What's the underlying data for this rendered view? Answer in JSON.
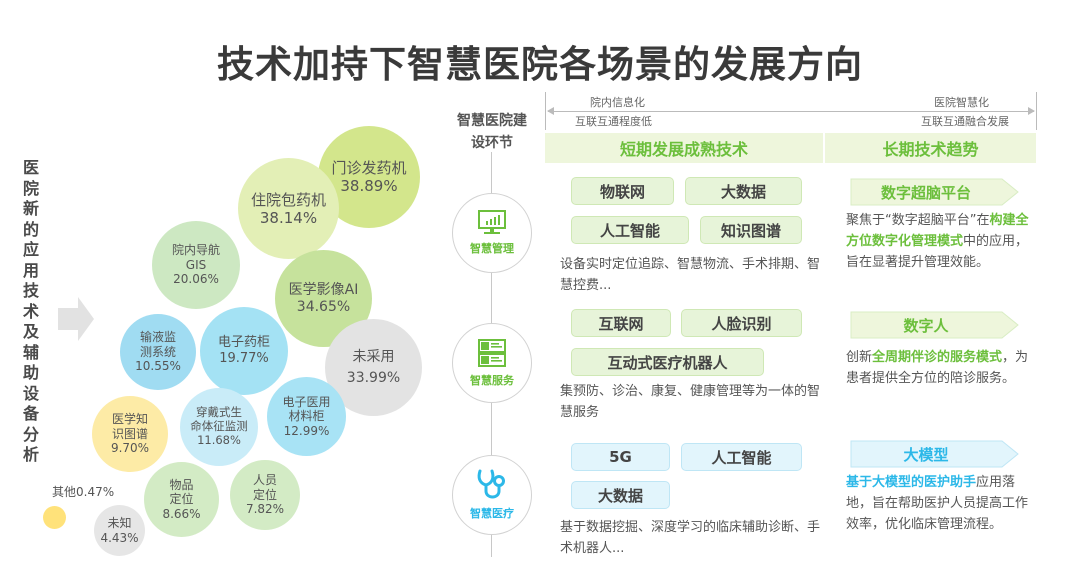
{
  "title": "技术加持下智慧医院各场景的发展方向",
  "left_panel": {
    "vertical_label": "医院新的应用技术及辅助设备分析",
    "other_label": "其他0.47%"
  },
  "chart_data": {
    "type": "bubble",
    "title": "医院新的应用技术及辅助设备分析",
    "unit": "%",
    "items": [
      {
        "label": "门诊发药机",
        "value": 38.89,
        "pct": "38.89%",
        "color": "#d3e68c"
      },
      {
        "label": "住院包药机",
        "value": 38.14,
        "pct": "38.14%",
        "color": "#e3efb6"
      },
      {
        "label": "医学影像AI",
        "value": 34.65,
        "pct": "34.65%",
        "color": "#c6e29c"
      },
      {
        "label": "未采用",
        "value": 33.99,
        "pct": "33.99%",
        "color": "#e3e3e3"
      },
      {
        "label": "院内导航GIS",
        "value": 20.06,
        "pct": "20.06%",
        "color": "#cde8c2"
      },
      {
        "label": "电子药柜",
        "value": 19.77,
        "pct": "19.77%",
        "color": "#a4e2f4"
      },
      {
        "label": "电子医用材料柜",
        "value": 12.99,
        "pct": "12.99%",
        "color": "#a8e3f5"
      },
      {
        "label": "穿戴式生命体征监测",
        "value": 11.68,
        "pct": "11.68%",
        "color": "#c9ecf8"
      },
      {
        "label": "输液监测系统",
        "value": 10.55,
        "pct": "10.55%",
        "color": "#a0dcf2"
      },
      {
        "label": "医学知识图谱",
        "value": 9.7,
        "pct": "9.70%",
        "color": "#fdeba6"
      },
      {
        "label": "物品定位",
        "value": 8.66,
        "pct": "8.66%",
        "color": "#d3ebc5"
      },
      {
        "label": "人员定位",
        "value": 7.82,
        "pct": "7.82%",
        "color": "#d3ebc5"
      },
      {
        "label": "未知",
        "value": 4.43,
        "pct": "4.43%",
        "color": "#e6e6e6"
      },
      {
        "label": "其他",
        "value": 0.47,
        "pct": "0.47%",
        "color": "#ffe27a"
      }
    ]
  },
  "bubbles": {
    "b1": {
      "l1": "门诊发药机",
      "pct": "38.89%"
    },
    "b2": {
      "l1": "住院包药机",
      "pct": "38.14%"
    },
    "b3": {
      "l1": "医学影像AI",
      "pct": "34.65%"
    },
    "b4": {
      "l1": "未采用",
      "pct": "33.99%"
    },
    "b5": {
      "l1": "院内导航",
      "l2": "GIS",
      "pct": "20.06%"
    },
    "b6": {
      "l1": "电子药柜",
      "pct": "19.77%"
    },
    "b7": {
      "l1": "电子医用",
      "l2": "材料柜",
      "pct": "12.99%"
    },
    "b8": {
      "l1": "穿戴式生",
      "l2": "命体征监测",
      "pct": "11.68%"
    },
    "b9": {
      "l1": "输液监",
      "l2": "测系统",
      "pct": "10.55%"
    },
    "b10": {
      "l1": "医学知",
      "l2": "识图谱",
      "pct": "9.70%"
    },
    "b11": {
      "l1": "物品",
      "l2": "定位",
      "pct": "8.66%"
    },
    "b12": {
      "l1": "人员",
      "l2": "定位",
      "pct": "7.82%"
    },
    "b13": {
      "l1": "未知",
      "pct": "4.43%"
    }
  },
  "right_panel": {
    "stage_title": "智慧医院建设环节",
    "axis": {
      "left_top": "院内信息化",
      "left_bottom": "互联互通程度低",
      "right_top": "医院智慧化",
      "right_bottom": "互联互通融合发展"
    },
    "columns": {
      "short": "短期发展成熟技术",
      "long": "长期技术趋势"
    },
    "rows": [
      {
        "node": "智慧管理",
        "tags": [
          "物联网",
          "大数据",
          "人工智能",
          "知识图谱"
        ],
        "desc": "设备实时定位追踪、智慧物流、手术排期、智慧控费...",
        "trend": "数字超脑平台",
        "trend_pre": "聚焦于“数字超脑平台”在",
        "trend_hl": "构建全方位数字化管理模式",
        "trend_post": "中的应用，旨在显著提升管理效能。"
      },
      {
        "node": "智慧服务",
        "tags": [
          "互联网",
          "人脸识别",
          "互动式医疗机器人"
        ],
        "desc": "集预防、诊治、康复、健康管理等为一体的智慧服务",
        "trend": "数字人",
        "trend_pre": "创新",
        "trend_hl": "全周期伴诊的服务模式",
        "trend_post": "，为患者提供全方位的陪诊服务。"
      },
      {
        "node": "智慧医疗",
        "tags": [
          "5G",
          "人工智能",
          "大数据"
        ],
        "desc": "基于数据挖掘、深度学习的临床辅助诊断、手术机器人...",
        "trend": "大模型",
        "trend_pre": "",
        "trend_hl": "基于大模型的医护助手",
        "trend_post": "应用落地，旨在帮助医护人员提高工作效率，优化临床管理流程。"
      }
    ],
    "colors": {
      "green": "#6cbf3c",
      "blue": "#2cb8e8",
      "green_bg": "#eef6dc"
    }
  }
}
